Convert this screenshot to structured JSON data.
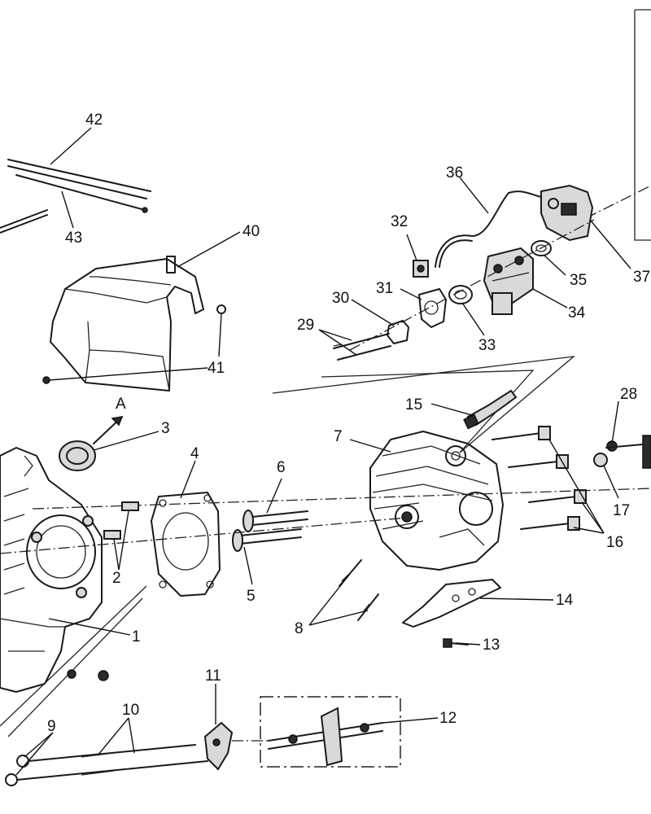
{
  "callouts": {
    "c1": "1",
    "c2": "2",
    "c3": "3",
    "c4": "4",
    "c5": "5",
    "c6": "6",
    "c7": "7",
    "c8": "8",
    "c9": "9",
    "c10": "10",
    "c11": "11",
    "c12": "12",
    "c13": "13",
    "c14": "14",
    "c15": "15",
    "c16": "16",
    "c17": "17",
    "c28": "28",
    "c29": "29",
    "c30": "30",
    "c31": "31",
    "c32": "32",
    "c33": "33",
    "c34": "34",
    "c35": "35",
    "c36": "36",
    "c37": "37",
    "c40": "40",
    "c41": "41",
    "c42": "42",
    "c43": "43",
    "view_a": "A"
  },
  "colors": {
    "line": "#1a1a1a",
    "background": "#ffffff"
  }
}
